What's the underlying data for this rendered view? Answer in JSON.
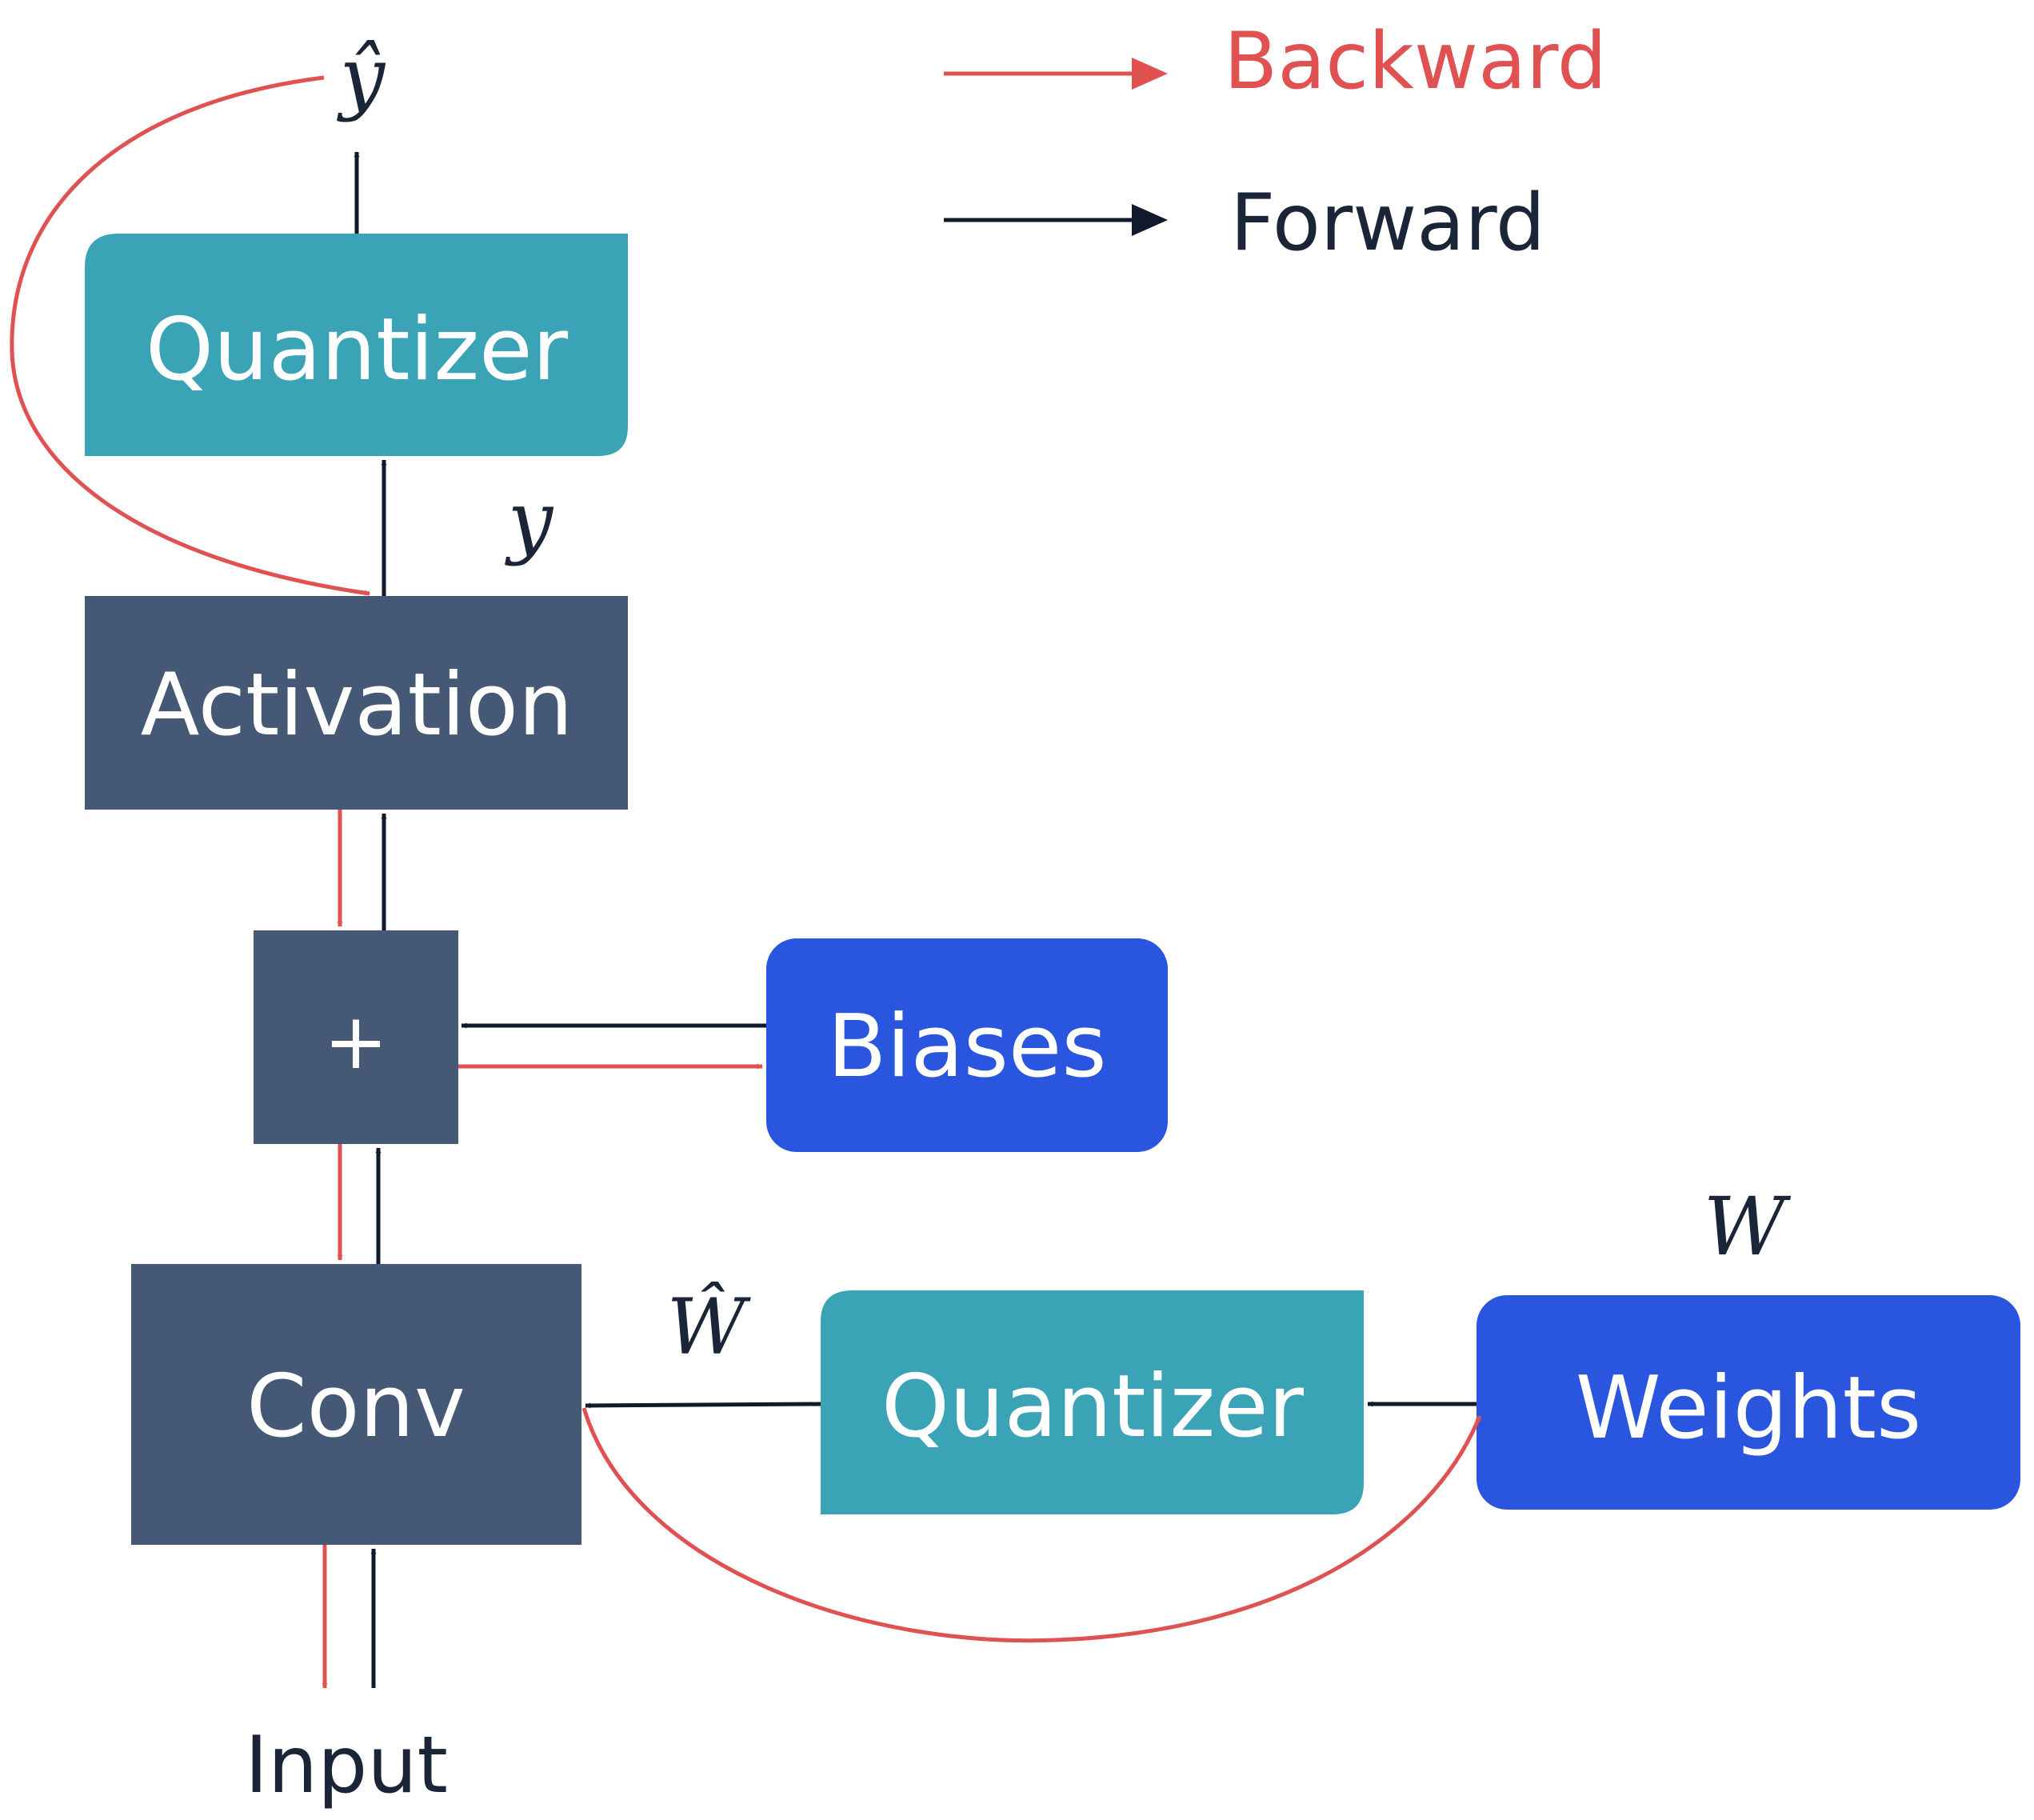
{
  "legend": {
    "backward": "Backward",
    "forward": "Forward"
  },
  "nodes": {
    "quantizer_top": "Quantizer",
    "activation": "Activation",
    "add": "+",
    "biases": "Biases",
    "conv": "Conv",
    "quantizer_bottom": "Quantizer",
    "weights": "Weights",
    "input": "Input"
  },
  "symbols": {
    "y_hat": "ŷ",
    "y": "y",
    "w_hat": "Ŵ",
    "w": "W"
  },
  "colors": {
    "backward": "#e05252",
    "forward": "#111a2c",
    "quantizer": "#3aa3b5",
    "dark_block": "#455876",
    "param_block": "#2a55de",
    "text_dark": "#1b2538"
  }
}
